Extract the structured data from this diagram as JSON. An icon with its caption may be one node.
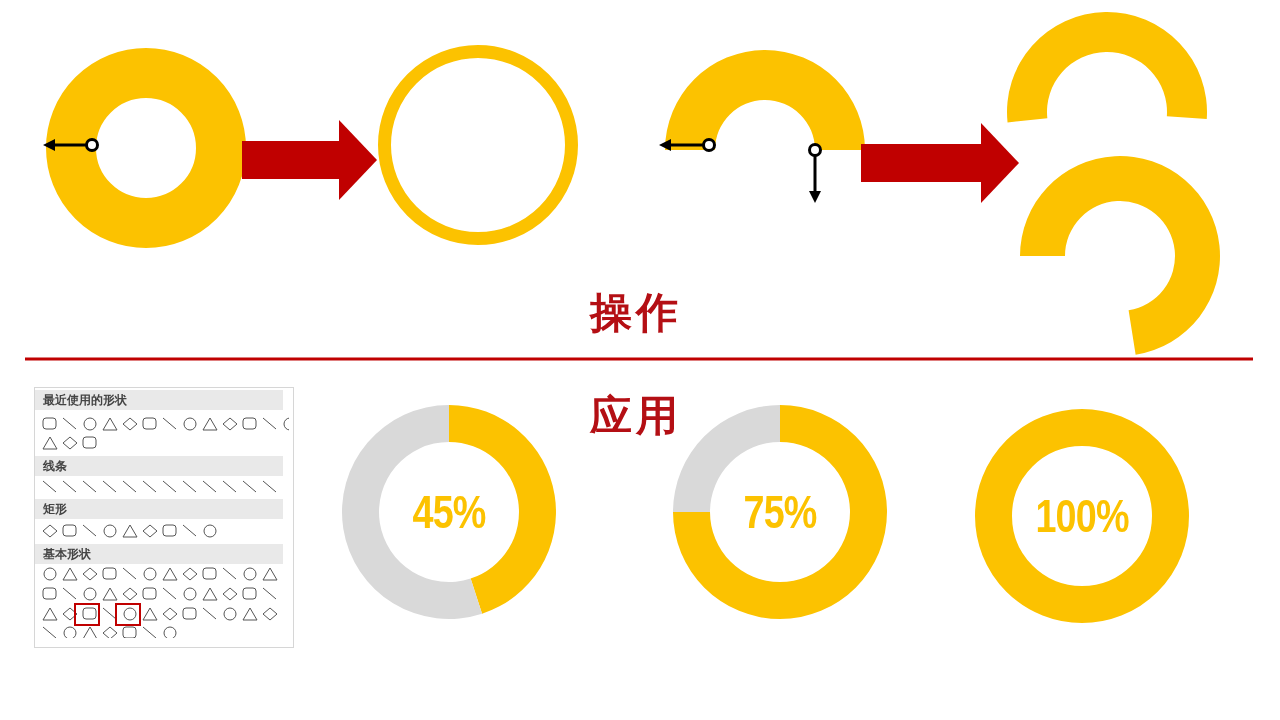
{
  "diagram": {
    "nodes": [
      {
        "text": [],
        "shape": "circle"
      },
      {
        "text": [],
        "shape": "circle"
      },
      {
        "text": [],
        "shape": "arc"
      },
      {
        "text": [],
        "shape": "arc"
      },
      {
        "text": [],
        "shape": "arc"
      },
      {
        "text": [
          "45%"
        ]
      },
      {
        "text": [
          "75%"
        ]
      },
      {
        "text": [
          "100%"
        ]
      }
    ],
    "edges": [
      {
        "from": 0,
        "to": 1,
        "arrow": "to"
      },
      {
        "from": 2,
        "to": 4,
        "arrow": "to"
      }
    ],
    "labels": [
      "操作",
      "应用",
      "最近使用的形状",
      "线条",
      "矩形",
      "基本形状"
    ]
  }
}
